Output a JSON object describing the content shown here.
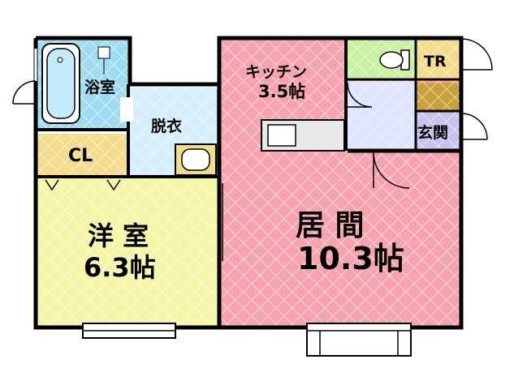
{
  "rooms": {
    "bath": {
      "name": "浴室",
      "color": "#9fdcf0"
    },
    "dressing": {
      "name": "脱衣",
      "color": "#d6eefb"
    },
    "closet": {
      "name": "CL",
      "color": "#f3dc8c"
    },
    "western_room": {
      "name": "洋 室",
      "size": "6.3帖",
      "color": "#f5f5a8"
    },
    "kitchen": {
      "name": "キッチン",
      "size": "3.5帖",
      "color": "#f5a3ad"
    },
    "living": {
      "name": "居 間",
      "size": "10.3帖",
      "color": "#f5a3ad"
    },
    "toilet": {
      "name": "TR",
      "color": "#f3dc8c"
    },
    "entrance": {
      "name": "玄関",
      "color": "#c9c2ee"
    },
    "toilet_anteroom": {
      "color": "#c8f2a2"
    }
  },
  "wall_color": "#000000"
}
